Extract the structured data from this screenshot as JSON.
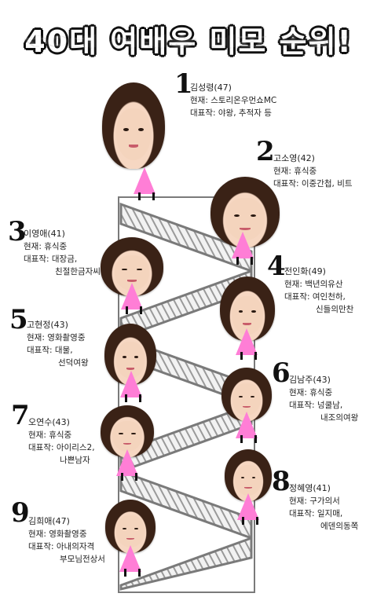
{
  "title": "40대 여배우 미모 순위!",
  "labels": {
    "current": "현재:",
    "works": "대표작:"
  },
  "colors": {
    "dress": "#ff7ed6",
    "stair_frame": "#7a7a7a",
    "stair_fill": "#e8e8e8"
  },
  "entries": [
    {
      "rank": "1",
      "name": "김성령(47)",
      "current": "스토리온우먼쇼MC",
      "works": [
        "야왕, 추적자 등"
      ]
    },
    {
      "rank": "2",
      "name": "고소영(42)",
      "current": "휴식중",
      "works": [
        "이중간첩, 비트"
      ]
    },
    {
      "rank": "3",
      "name": "이영애(41)",
      "current": "휴식중",
      "works": [
        "대장금,",
        "친절한금자씨"
      ]
    },
    {
      "rank": "4",
      "name": "전인화(49)",
      "current": "백년의유산",
      "works": [
        "여인천하,",
        "신들의만찬"
      ]
    },
    {
      "rank": "5",
      "name": "고현정(43)",
      "current": "영화촬영중",
      "works": [
        "대물,",
        "선덕여왕"
      ]
    },
    {
      "rank": "6",
      "name": "김남주(43)",
      "current": "휴식중",
      "works": [
        "넝쿨남,",
        "내조의여왕"
      ]
    },
    {
      "rank": "7",
      "name": "오연수(43)",
      "current": "휴식중",
      "works": [
        "아이리스2,",
        "나쁜남자"
      ]
    },
    {
      "rank": "8",
      "name": "정혜영(41)",
      "current": "구가의서",
      "works": [
        "일지매,",
        "에덴의동쪽"
      ]
    },
    {
      "rank": "9",
      "name": "김희애(47)",
      "current": "영화촬영중",
      "works": [
        "아내의자격",
        "부모님전상서"
      ]
    }
  ]
}
